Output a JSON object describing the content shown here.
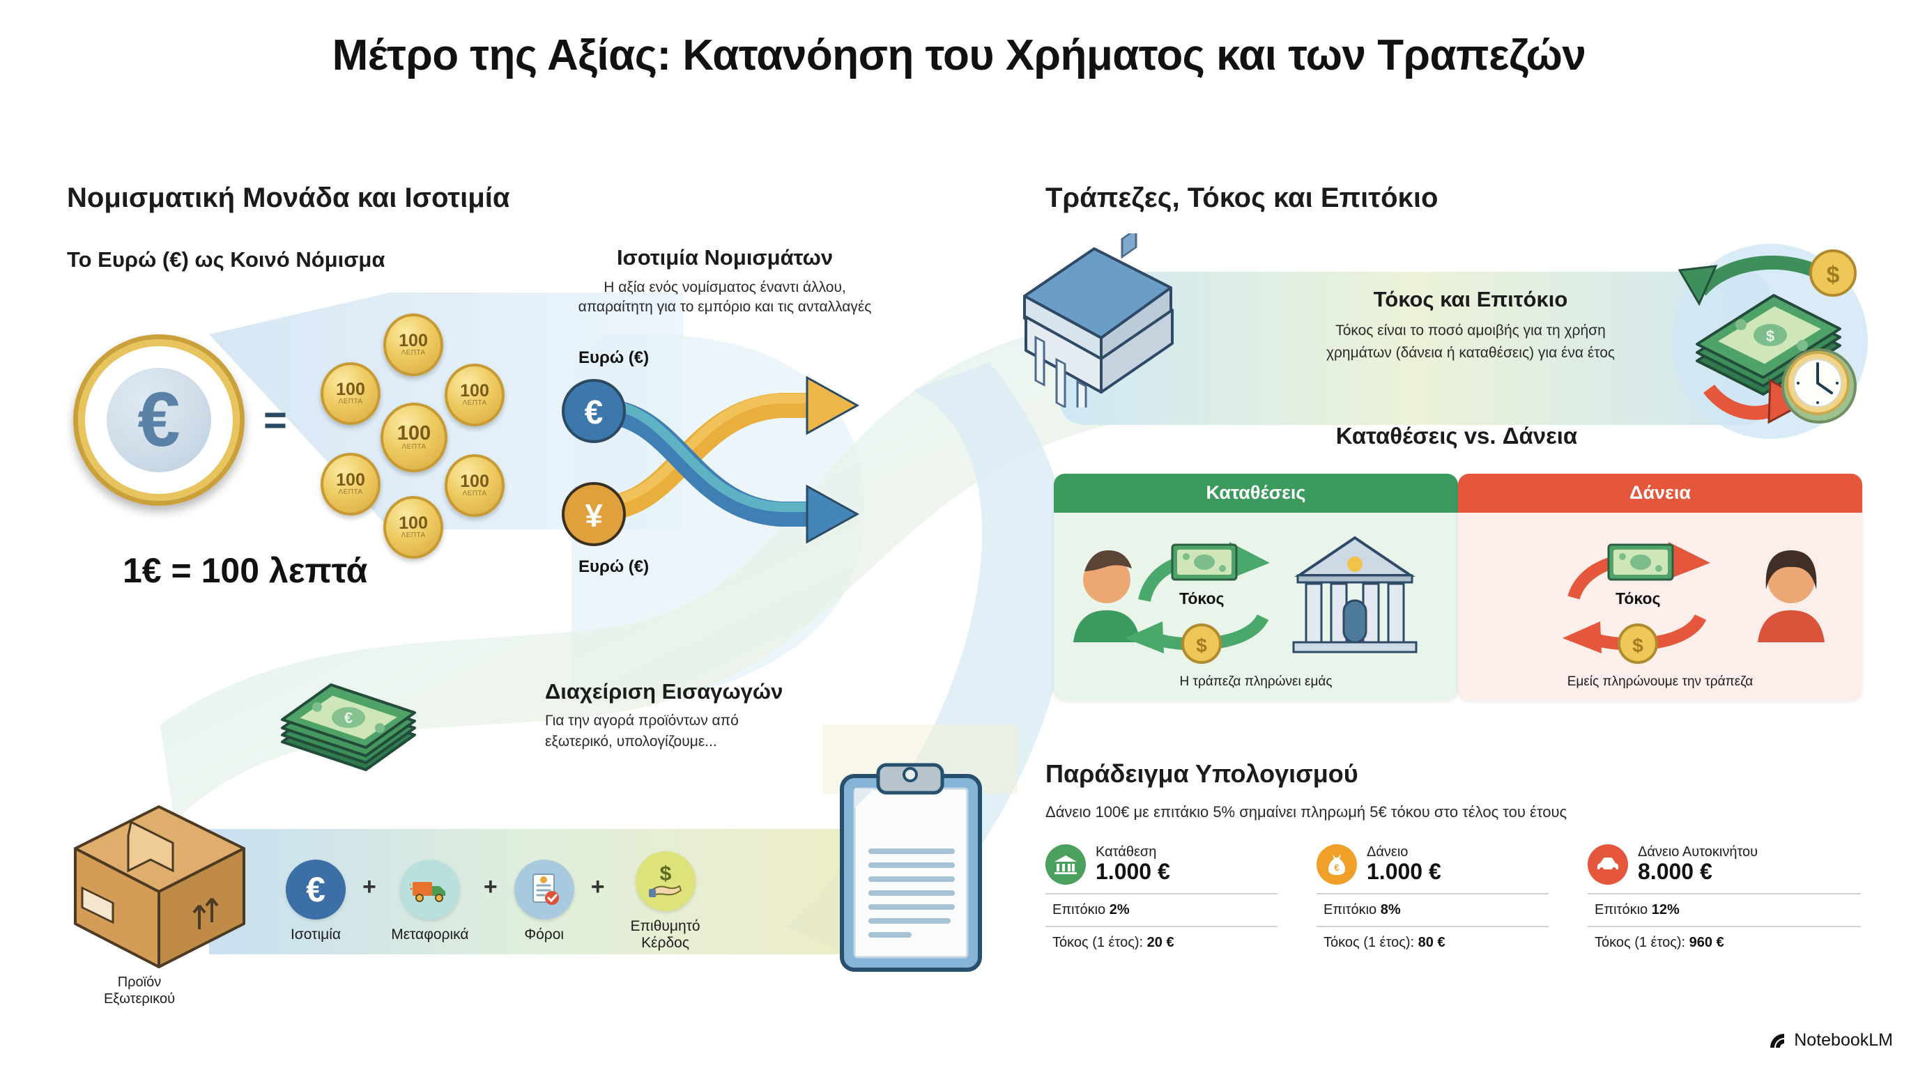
{
  "title": "Μέτρο της Αξίας: Κατανόηση του Χρήματος και των Τραπεζών",
  "left": {
    "section_heading": "Νομισματική Μονάδα και Ισοτιμία",
    "euro_block": {
      "title": "Το Ευρώ (€) ως Κοινό Νόμισμα",
      "equation": "1€ = 100 λεπτά",
      "coin_symbol": "€",
      "equals": "=",
      "small_coin_value": "100",
      "small_coin_word": "ΛΕΠΤΑ"
    },
    "fx_block": {
      "title": "Ισοτιμία Νομισμάτων",
      "sub_line1": "Η αξία ενός νομίσματος έναντι άλλου,",
      "sub_line2": "απαραίτητη για το εμπόριο και τις ανταλλαγές",
      "top_label": "Ευρώ (€)",
      "bottom_label": "Ευρώ (€)",
      "top_symbol": "€",
      "bottom_symbol": "¥"
    },
    "imports_block": {
      "title": "Διαχείριση Εισαγωγών",
      "sub_line1": "Για την αγορά προϊόντων από",
      "sub_line2": "εξωτερικό, υπολογίζουμε..."
    },
    "formula": {
      "product_label_line1": "Προϊόν",
      "product_label_line2": "Εξωτερικού",
      "plus": "+",
      "items": [
        {
          "label": "Ισοτιμία",
          "icon": "euro-icon",
          "symbol": "€",
          "color": "#3c6fa5"
        },
        {
          "label": "Μεταφορικά",
          "icon": "truck-icon",
          "symbol": "",
          "color": "#7fc4bd"
        },
        {
          "label": "Φόροι",
          "icon": "document-check-icon",
          "symbol": "",
          "color": "#a9cade"
        },
        {
          "label": "Επιθυμητό\nΚέρδος",
          "icon": "hand-dollar-icon",
          "symbol": "$",
          "color": "#dde37a"
        }
      ]
    }
  },
  "right": {
    "section_heading": "Τράπεζες, Τόκος και Επιτόκιο",
    "interest_banner": {
      "title": "Τόκος και Επιτόκιο",
      "sub_line1": "Τόκος είναι το ποσό αμοιβής για τη χρήση",
      "sub_line2": "χρημάτων (δάνεια ή καταθέσεις) για ένα έτος"
    },
    "compare": {
      "heading": "Καταθέσεις vs. Δάνεια",
      "deposits": {
        "header": "Καταθέσεις",
        "interest_label": "Τόκος",
        "caption": "Η τράπεζα πληρώνει εμάς",
        "header_color": "#3d9a5f",
        "body_color": "#e9f4ea"
      },
      "loans": {
        "header": "Δάνεια",
        "interest_label": "Τόκος",
        "caption": "Εμείς πληρώνουμε την τράπεζα",
        "header_color": "#e4573c",
        "body_color": "#fceeea"
      }
    },
    "example": {
      "heading": "Παράδειγμα Υπολογισμού",
      "sub": "Δάνειο 100€ με επιτάκιο 5% σημαίνει πληρωμή 5€ τόκου στο τέλος του έτους",
      "cards": [
        {
          "name": "Κατάθεση",
          "amount": "1.000 €",
          "rate_label": "Επιτόκιο",
          "rate": "2%",
          "interest_label": "Τόκος (1 έτος):",
          "interest": "20 €",
          "icon": "bank-icon",
          "color": "#4aa05c"
        },
        {
          "name": "Δάνειο",
          "amount": "1.000 €",
          "rate_label": "Επιτόκιο",
          "rate": "8%",
          "interest_label": "Τόκος (1 έτος):",
          "interest": "80 €",
          "icon": "money-bag-icon",
          "color": "#f0a029"
        },
        {
          "name": "Δάνειο Αυτοκινήτου",
          "amount": "8.000 €",
          "rate_label": "Επιτόκιο",
          "rate": "12%",
          "interest_label": "Τόκος (1 έτος):",
          "interest": "960 €",
          "icon": "car-icon",
          "color": "#e4573c"
        }
      ]
    }
  },
  "watermark": "NotebookLM"
}
